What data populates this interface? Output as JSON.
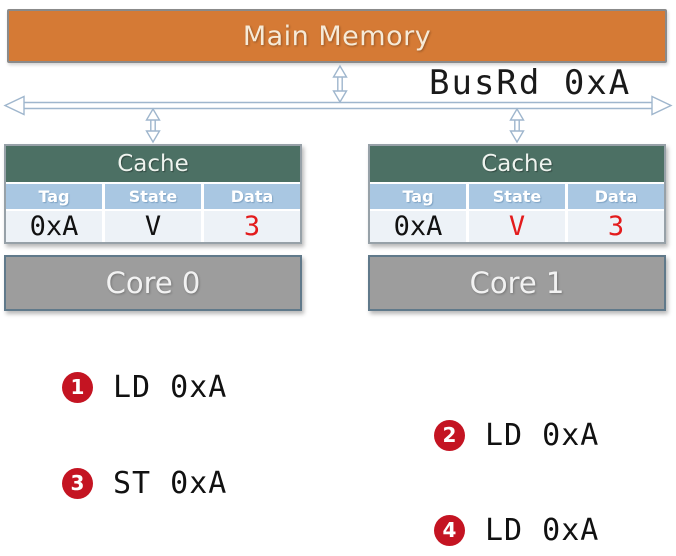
{
  "memory": {
    "label": "Main Memory"
  },
  "bus": {
    "label": "BusRd 0xA"
  },
  "caches": [
    {
      "title": "Cache",
      "columns": [
        "Tag",
        "State",
        "Data"
      ],
      "row": {
        "tag": "0xA",
        "state": "V",
        "data": "3",
        "tag_color": "#111111",
        "state_color": "#111111",
        "data_color": "#e31b1c"
      }
    },
    {
      "title": "Cache",
      "columns": [
        "Tag",
        "State",
        "Data"
      ],
      "row": {
        "tag": "0xA",
        "state": "V",
        "data": "3",
        "tag_color": "#111111",
        "state_color": "#e31b1c",
        "data_color": "#e31b1c"
      }
    }
  ],
  "cores": [
    {
      "label": "Core 0"
    },
    {
      "label": "Core 1"
    }
  ],
  "operations": [
    {
      "num": "1",
      "text": "LD 0xA",
      "side": "left"
    },
    {
      "num": "2",
      "text": "LD 0xA",
      "side": "right"
    },
    {
      "num": "3",
      "text": "ST 0xA",
      "side": "left"
    },
    {
      "num": "4",
      "text": "LD 0xA",
      "side": "right"
    }
  ],
  "colors": {
    "memory_fill": "#d57a35",
    "cache_header_bg": "#4c7064",
    "column_header_bg": "#a9c7e2",
    "cell_bg": "#edf2f7",
    "core_fill": "#9d9d9d",
    "arrow": "#9fb6cd",
    "badge_red": "#c41422",
    "value_red": "#e31b1c"
  }
}
